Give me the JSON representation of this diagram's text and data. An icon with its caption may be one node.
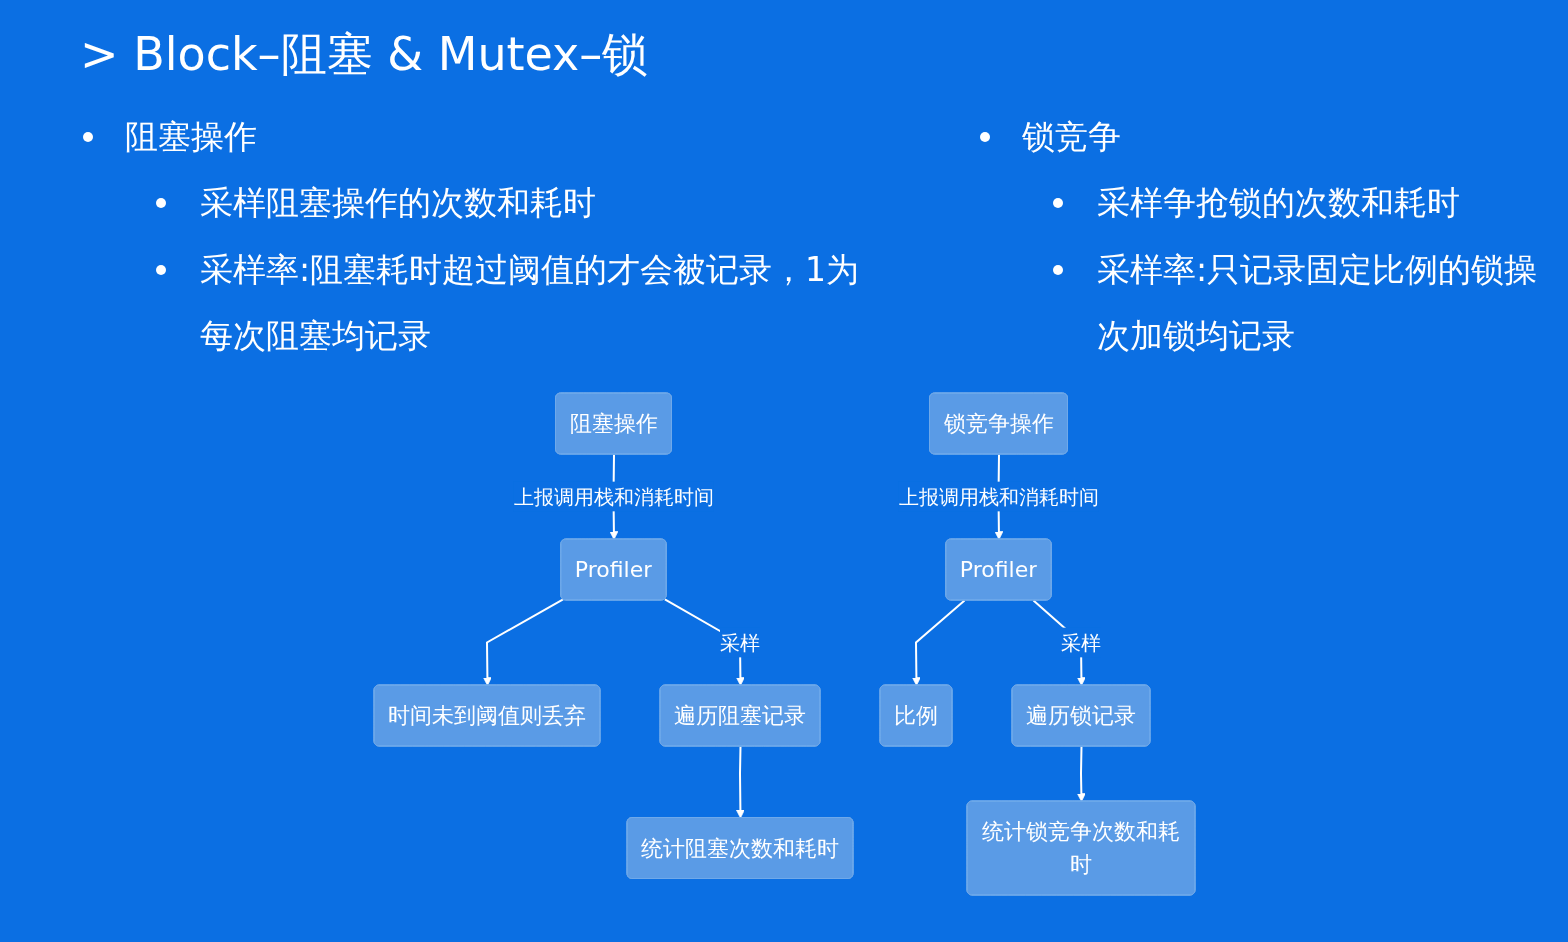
{
  "diagram": {
    "title": "> Block–阻塞 & Mutex–锁",
    "nodes": [
      {
        "text": [
          "阻塞操作"
        ]
      },
      {
        "text": [
          "Profiler"
        ]
      },
      {
        "text": [
          "时间未到阈值则丢弃"
        ]
      },
      {
        "text": [
          "遍历阻塞记录"
        ]
      },
      {
        "text": [
          "统计阻塞次数和耗时"
        ]
      },
      {
        "text": [
          "锁竞争操作"
        ]
      },
      {
        "text": [
          "Profiler"
        ]
      },
      {
        "text": [
          "比例"
        ]
      },
      {
        "text": [
          "遍历锁记录"
        ]
      },
      {
        "text": [
          "统计锁竞争次数和耗时"
        ]
      }
    ],
    "edges": [
      {
        "from": 0,
        "to": 1,
        "arrow": "to",
        "label": "上报调用栈和消耗时间"
      },
      {
        "from": 1,
        "to": 2,
        "arrow": "to"
      },
      {
        "from": 1,
        "to": 3,
        "arrow": "to",
        "label": "采样"
      },
      {
        "from": 3,
        "to": 4,
        "arrow": "to"
      },
      {
        "from": 5,
        "to": 6,
        "arrow": "to",
        "label": "上报调用栈和消耗时间"
      },
      {
        "from": 6,
        "to": 7,
        "arrow": "to"
      },
      {
        "from": 6,
        "to": 8,
        "arrow": "to",
        "label": "采样"
      },
      {
        "from": 8,
        "to": 9,
        "arrow": "to"
      }
    ],
    "labels": [
      "阻塞操作",
      "采样阻塞操作的次数和耗时",
      "采样率:阻塞耗时超过阈值的才会被记录，1为每次阻塞均记录",
      "锁竞争",
      "采样争抢锁的次数和耗时",
      "采样率:只记录固定比例的锁操次加锁均记录"
    ]
  }
}
